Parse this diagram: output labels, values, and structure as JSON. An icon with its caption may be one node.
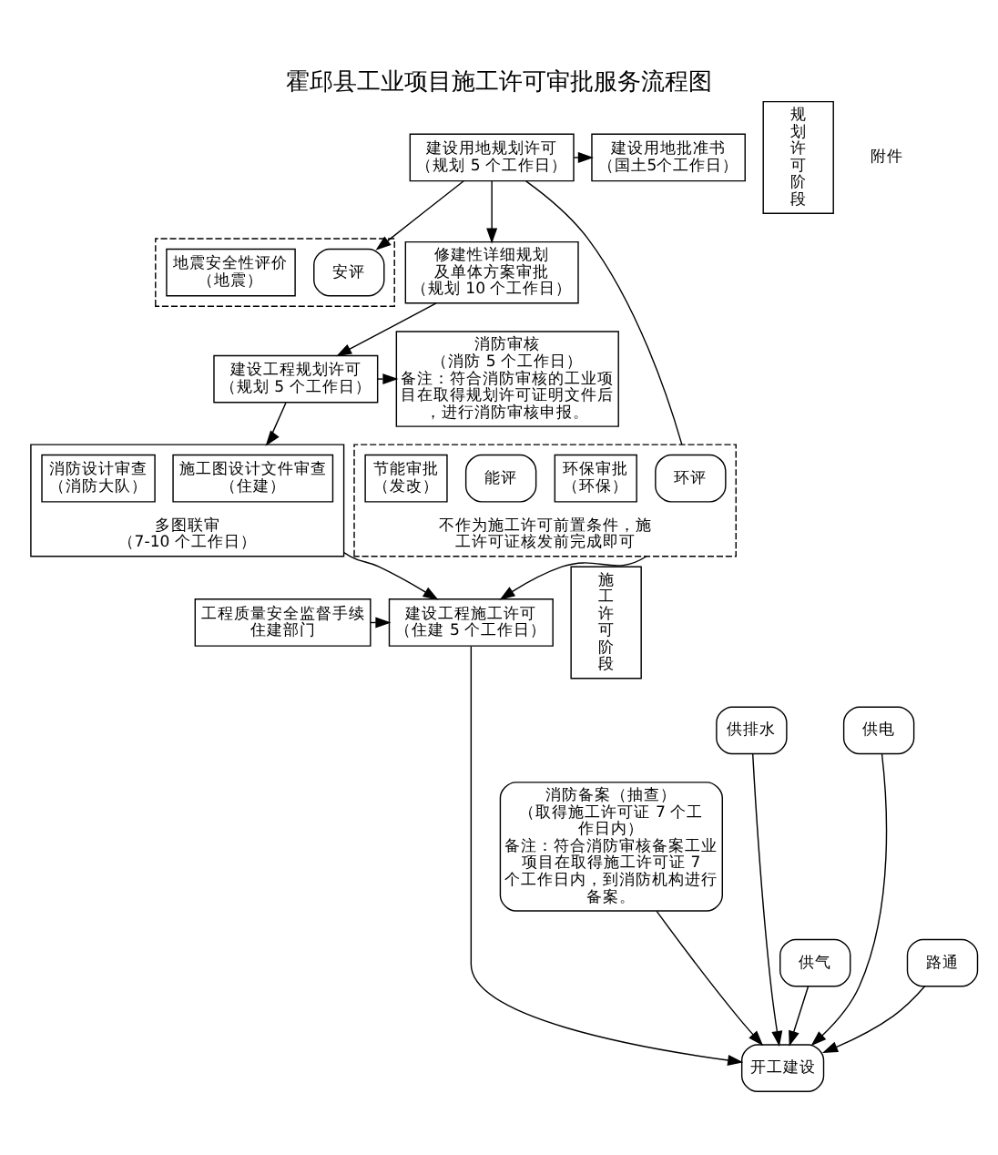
{
  "diagram": {
    "title": "霍邱县工业项目施工许可审批服务流程图",
    "nodes": [
      {
        "text": [
          "建设用地批准书",
          "（国土5个工作日）"
        ]
      },
      {
        "text": [
          "建设用地规划许可",
          "（规划 5 个工作日）"
        ]
      },
      {
        "text": [],
        "shape": "box"
      },
      {
        "text": [
          "安评"
        ],
        "in": 2
      },
      {
        "text": [
          "地震安全性评价",
          "（地震）"
        ],
        "in": 2
      },
      {
        "text": [
          "消防审核",
          "（消防 5 个工作日）",
          "备注：符合消防审核的工业项目在取得规划许可证明文件后，进行消防审核申报。"
        ]
      },
      {
        "text": [
          "修建性详细规划",
          "及单体方案审批",
          "（规划 10 个工作日）"
        ]
      },
      {
        "text": [
          "建设工程规划许可",
          "（规划 5 个工作日）"
        ]
      },
      {
        "text": [
          "不作为施工许可前置条件，施工许可证核发前完成即可"
        ]
      },
      {
        "text": [
          "环评"
        ],
        "in": 8
      },
      {
        "text": [
          "环保审批",
          "（环保）"
        ],
        "in": 8
      },
      {
        "text": [
          "能评"
        ],
        "in": 8
      },
      {
        "text": [
          "节能审批",
          "（发改）"
        ],
        "in": 8
      },
      {
        "text": [
          "多图联审",
          "（7-10 个工作日）"
        ]
      },
      {
        "text": [
          "施工图设计文件审查",
          "（住建）"
        ],
        "in": 13
      },
      {
        "text": [
          "消防设计审查",
          "（消防大队）"
        ],
        "in": 13
      },
      {
        "text": [
          "工程质量安全监督手续",
          "住建部门"
        ]
      },
      {
        "text": [
          "建设工程施工许可",
          "（住建 5 个工作日）"
        ]
      },
      {
        "text": [
          "消防备案（抽查）",
          "（取得施工许可证 7 个工作日内）",
          "备注：符合消防审核备案工业项目在取得施工许可证 7 个工作日内，到消防机构进行备案。"
        ]
      },
      {
        "text": [
          "供排水"
        ]
      },
      {
        "text": [
          "供气"
        ]
      },
      {
        "text": [
          "供电"
        ]
      },
      {
        "text": [
          "路通"
        ]
      },
      {
        "text": [
          "开工建设"
        ]
      },
      {
        "text": [
          "规划许可阶段"
        ]
      },
      {
        "text": [
          "施工许可阶段"
        ]
      }
    ],
    "edges": [
      {
        "from": 1,
        "to": 0,
        "arrow": "to"
      },
      {
        "from": 1,
        "to": 6,
        "arrow": "to"
      },
      {
        "from": 1,
        "to": 3,
        "arrow": "to"
      },
      {
        "from": 1,
        "to": 8,
        "arrow": "none"
      },
      {
        "from": 6,
        "to": 7,
        "arrow": "to"
      },
      {
        "from": 7,
        "to": 5,
        "arrow": "to"
      },
      {
        "from": 7,
        "to": 13,
        "arrow": "to"
      },
      {
        "from": 13,
        "to": 17,
        "arrow": "to"
      },
      {
        "from": 8,
        "to": 17,
        "arrow": "to"
      },
      {
        "from": 16,
        "to": 17,
        "arrow": "to"
      },
      {
        "from": 17,
        "to": 23,
        "arrow": "to"
      },
      {
        "from": 18,
        "to": 23,
        "arrow": "to"
      },
      {
        "from": 19,
        "to": 23,
        "arrow": "to"
      },
      {
        "from": 20,
        "to": 23,
        "arrow": "to"
      },
      {
        "from": 21,
        "to": 23,
        "arrow": "to"
      },
      {
        "from": 22,
        "to": 23,
        "arrow": "to"
      }
    ],
    "labels": [
      "附件"
    ]
  }
}
